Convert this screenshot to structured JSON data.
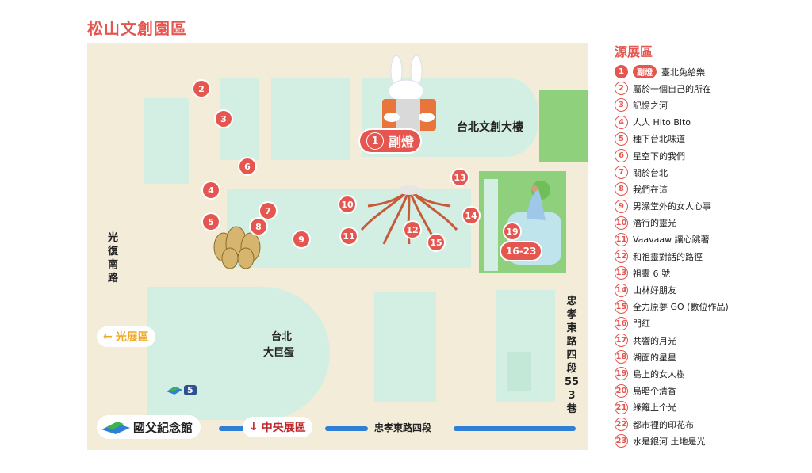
{
  "title": "松山文創園區",
  "map": {
    "building_label": "台北文創大樓",
    "dome_label_line1": "台北",
    "dome_label_line2": "大巨蛋",
    "road_west": "光復南路",
    "road_east_line": "忠孝東路四段553巷",
    "road_south": "忠孝東路四段",
    "zone_west": "光展區",
    "zone_south": "中央展區",
    "station_name": "國父紀念館",
    "metro_exit": "5",
    "markers": {
      "m1": "1",
      "m1_label": "副燈",
      "m2": "2",
      "m3": "3",
      "m4": "4",
      "m5": "5",
      "m6": "6",
      "m7": "7",
      "m8": "8",
      "m9": "9",
      "m10": "10",
      "m11": "11",
      "m12": "12",
      "m13": "13",
      "m14": "14",
      "m15": "15",
      "m19": "19",
      "m16_23": "16-23"
    },
    "colors": {
      "accent": "#e4564f",
      "block": "#d3efe3",
      "park": "#8fd07c",
      "ground": "#f2ecd8",
      "road_blue": "#2f7fd6",
      "zone_west": "#f0a820",
      "zone_south": "#c0272d"
    }
  },
  "legend": {
    "title": "源展區",
    "items": [
      {
        "num": "1",
        "badge": "副燈",
        "label": "臺北兔給樂"
      },
      {
        "num": "2",
        "label": "屬於一個自己的所在"
      },
      {
        "num": "3",
        "label": "記憶之河"
      },
      {
        "num": "4",
        "label": "人人 Hito Bito"
      },
      {
        "num": "5",
        "label": "種下台北味道"
      },
      {
        "num": "6",
        "label": "星空下的我們"
      },
      {
        "num": "7",
        "label": "關於台北"
      },
      {
        "num": "8",
        "label": "我們在這"
      },
      {
        "num": "9",
        "label": "男澡堂外的女人心事"
      },
      {
        "num": "10",
        "label": "潛行的靈光"
      },
      {
        "num": "11",
        "label": "Vaavaaw 讓心跳著"
      },
      {
        "num": "12",
        "label": "和祖靈對話的路徑"
      },
      {
        "num": "13",
        "label": "祖靈 6 號"
      },
      {
        "num": "14",
        "label": "山林好朋友"
      },
      {
        "num": "15",
        "label": "全力原夢 GO (數位作品)"
      },
      {
        "num": "16",
        "label": "門紅"
      },
      {
        "num": "17",
        "label": "共響的月光"
      },
      {
        "num": "18",
        "label": "湖面的星星"
      },
      {
        "num": "19",
        "label": "島上的女人樹"
      },
      {
        "num": "20",
        "label": "烏暗个清香"
      },
      {
        "num": "21",
        "label": "綠籬上个光"
      },
      {
        "num": "22",
        "label": "都市裡的印花布"
      },
      {
        "num": "23",
        "label": "水是銀河 土地是光"
      }
    ]
  }
}
